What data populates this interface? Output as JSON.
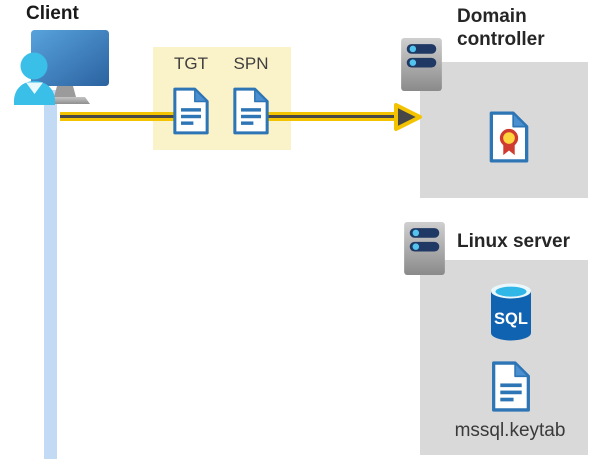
{
  "client": {
    "label": "Client"
  },
  "ticket_box": {
    "tickets": [
      {
        "label": "TGT"
      },
      {
        "label": "SPN"
      }
    ]
  },
  "domain_controller": {
    "label": "Domain controller"
  },
  "linux_server": {
    "label": "Linux server",
    "sql_icon_label": "SQL",
    "keytab_label": "mssql.keytab"
  },
  "colors": {
    "ticket_box_bg": "#FAF2C8",
    "arrow_yellow": "#F3C300",
    "arrow_core": "#474747",
    "panel_bg": "#D9D9D9",
    "client_line_blue": "#C2DAF4",
    "document_blue": "#2E75B6",
    "server_slot_navy": "#1F3864",
    "server_dot_cyan": "#53C4EE",
    "sql_body_blue": "#1063B1",
    "seal_yellow": "#FFD43C",
    "seal_red": "#CF3B2F",
    "label_color": "#262626"
  }
}
